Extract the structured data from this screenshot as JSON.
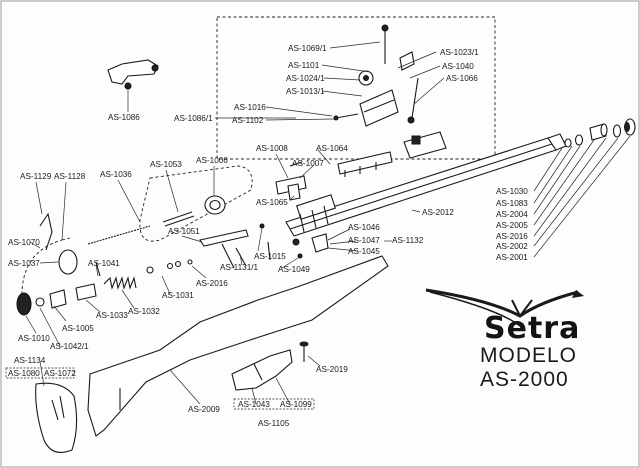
{
  "brand": {
    "name": "Setra",
    "model_word": "MODELO",
    "model_code": "AS-2000"
  },
  "labels": {
    "as_1069_1": "AS-1069/1",
    "as_1101": "AS-1101",
    "as_1024_1": "AS-1024/1",
    "as_1013_1": "AS-1013/1",
    "as_1016": "AS-1016",
    "as_1102": "AS-1102",
    "as_1023_1": "AS-1023/1",
    "as_1040": "AS-1040",
    "as_1066": "AS-1066",
    "as_1086": "AS-1086",
    "as_1086_1": "AS-1086/1",
    "as_1129": "AS-1129",
    "as_1128": "AS-1128",
    "as_1036": "AS-1036",
    "as_1053": "AS-1053",
    "as_1006": "AS-1006",
    "as_1008": "AS-1008",
    "as_1064": "AS-1064",
    "as_1007": "AS-1007",
    "as_1065": "AS-1065",
    "as_1070": "AS-1070",
    "as_1037": "AS-1037",
    "as_1051": "AS-1051",
    "as_1041": "AS-1041",
    "as_1015": "AS-1015",
    "as_1049": "AS-1049",
    "as_1131_1": "AS-1131/1",
    "as_2016_a": "AS-2016",
    "as_1046": "AS-1046",
    "as_1047": "AS-1047",
    "as_1045": "AS-1045",
    "as_1132": "AS-1132",
    "as_2012": "AS-2012",
    "as_1030": "AS-1030",
    "as_1083": "AS-1083",
    "as_2004": "AS-2004",
    "as_2005": "AS-2005",
    "as_2016_b": "AS-2016",
    "as_2002": "AS-2002",
    "as_2001": "AS-2001",
    "as_1005": "AS-1005",
    "as_1033": "AS-1033",
    "as_1032": "AS-1032",
    "as_1031": "AS-1031",
    "as_1010": "AS-1010",
    "as_1042_1": "AS-1042/1",
    "as_1134": "AS-1134",
    "as_1080": "AS-1080",
    "as_1072": "AS-1072",
    "as_2009": "AS-2009",
    "as_1043": "AS-1043",
    "as_1099": "AS-1099",
    "as_1105": "AS-1105",
    "as_2019": "AS-2019"
  }
}
